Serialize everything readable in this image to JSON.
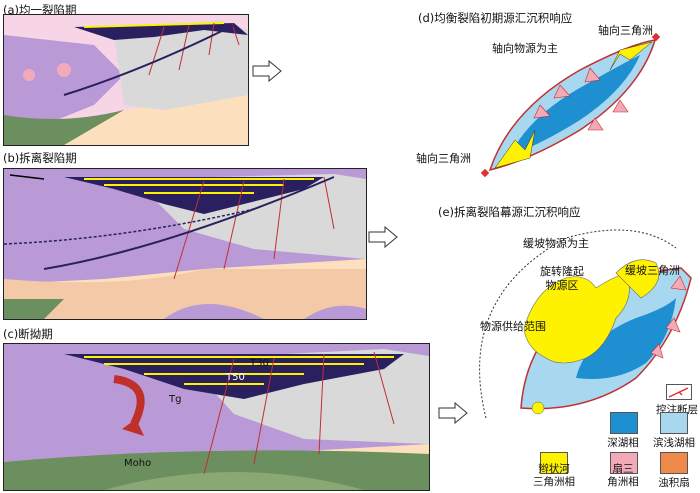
{
  "panels": {
    "a": {
      "title": "(a)均一裂陷期"
    },
    "b": {
      "title": "(b)拆离裂陷期"
    },
    "c": {
      "title": "(c)断拗期",
      "labels": {
        "t30": "T30",
        "t50": "T50",
        "tg": "Tg",
        "moho": "Moho"
      }
    },
    "d": {
      "title": "(d)均衡裂陷初期源汇沉积响应",
      "subtitle": "轴向物源为主",
      "label_top": "轴向三角洲",
      "label_bottom": "轴向三角洲"
    },
    "e": {
      "title": "(e)拆离裂陷幕源汇沉积响应",
      "labels": {
        "slope_source": "缓坡物源为主",
        "rotate_uplift": "旋转隆起\n物源区",
        "slope_delta": "缓坡三角洲",
        "supply_range": "物源供给范围"
      }
    }
  },
  "legend": {
    "fault": "控注断层",
    "items": [
      {
        "key": "deep",
        "label": "深湖相",
        "color": "#1e8fd0"
      },
      {
        "key": "shallow",
        "label": "滨浅湖相",
        "color": "#a8d8f0"
      },
      {
        "key": "braided",
        "label": "辫状河\n三角洲相",
        "color": "#fff200"
      },
      {
        "key": "fan_delta",
        "label": "扇三\n角洲相",
        "color": "#f4a9b8"
      },
      {
        "key": "turbidite",
        "label": "浊积扇",
        "color": "#f08a4b"
      }
    ]
  },
  "colors": {
    "pink": "#f7d4e6",
    "purple": "#b99ad6",
    "grey": "#d9d9d9",
    "sand": "#fce0bd",
    "green": "#6b8f5e",
    "dark": "#2a2060",
    "red": "#e03030"
  }
}
